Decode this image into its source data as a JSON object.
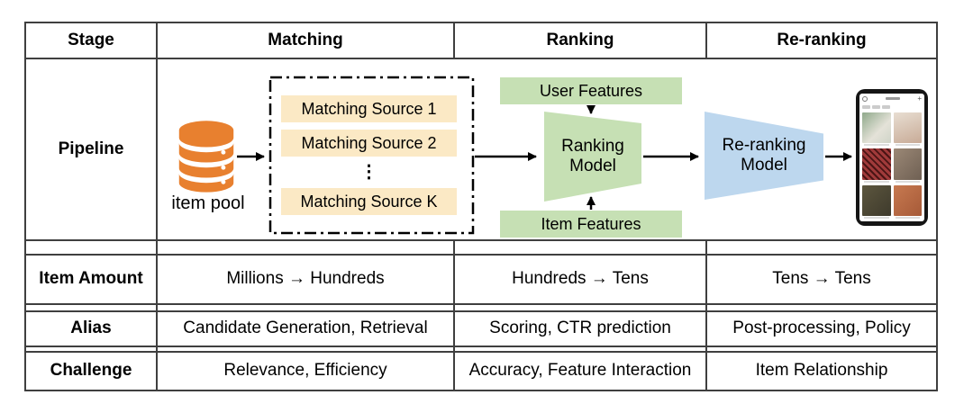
{
  "table": {
    "header": [
      "Stage",
      "Matching",
      "Ranking",
      "Re-ranking"
    ],
    "pipeline_row_label": "Pipeline",
    "item_amount_row": [
      "Item Amount",
      "Millions → Hundreds",
      "Hundreds → Tens",
      "Tens → Tens"
    ],
    "alias_row": [
      "Alias",
      "Candidate Generation, Retrieval",
      "Scoring, CTR prediction",
      "Post-processing, Policy"
    ],
    "challenge_row": [
      "Challenge",
      "Relevance, Efficiency",
      "Accuracy, Feature Interaction",
      "Item Relationship"
    ]
  },
  "diagram": {
    "item_pool_label": "item pool",
    "matching_sources": [
      "Matching Source 1",
      "Matching Source 2",
      "Matching Source K"
    ],
    "ellipsis": "⋮",
    "user_features_label": "User Features",
    "ranking_model_label": "Ranking Model",
    "item_features_label": "Item Features",
    "reranking_model_label": "Re-ranking Model"
  },
  "colors": {
    "database_orange": "#E8802F",
    "matching_source_fill": "#FBE9C5",
    "features_fill": "#C6E0B4",
    "ranking_model_fill": "#C6E0B4",
    "reranking_model_fill": "#BDD7EE",
    "table_border": "#3F3F3F"
  }
}
